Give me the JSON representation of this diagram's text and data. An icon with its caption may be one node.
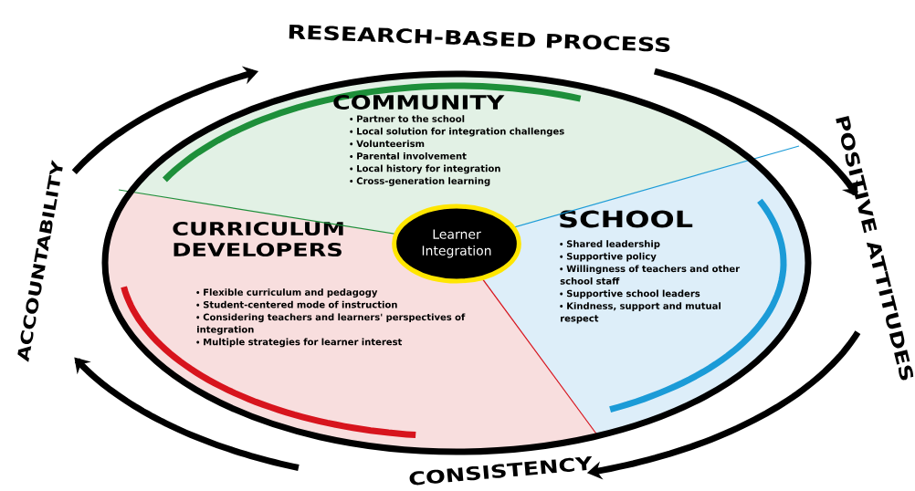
{
  "diagram": {
    "nodes": [
      {
        "text": [
          "COMMUNITY",
          "Partner to the school",
          "Local solution for integration challenges",
          "Volunteerism",
          "Parental involvement",
          "Local history for integration",
          "Cross-generation learning"
        ]
      },
      {
        "text": [
          "CURRICULUM DEVELOPERS",
          "Flexible curriculum and pedagogy",
          "Student-centered mode of instruction",
          "Considering teachers and learners' perspectives of integration",
          "Multiple strategies for learner interest"
        ]
      },
      {
        "text": [
          "Learner Integration"
        ]
      },
      {
        "text": [
          "SCHOOL",
          "Shared leadership",
          "Supportive policy",
          "Willingness of teachers and other school staff",
          "Supportive school leaders",
          "Kindness, support and mutual respect"
        ]
      }
    ],
    "labels": [
      "RESEARCH-BASED PROCESS",
      "POSITIVE ATTITUDES",
      "CONSISTENCY",
      "ACCOUNTABILITY"
    ]
  }
}
